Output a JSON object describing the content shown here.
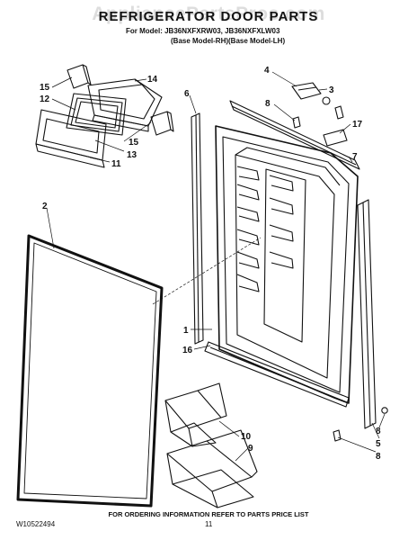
{
  "watermark": "AppliancePartsPros.com",
  "title": "REFRIGERATOR DOOR PARTS",
  "model_line": "For Model: JB36NXFXRW03, JB36NXFXLW03",
  "base_line": "(Base Model-RH)(Base Model-LH)",
  "footer_note": "FOR ORDERING INFORMATION REFER TO PARTS PRICE LIST",
  "doc_number": "W10522494",
  "page_number": "11",
  "callouts": [
    "15",
    "12",
    "14",
    "15",
    "13",
    "11",
    "6",
    "4",
    "3",
    "8",
    "17",
    "7",
    "2",
    "1",
    "16",
    "10",
    "9",
    "8",
    "5",
    "8"
  ]
}
